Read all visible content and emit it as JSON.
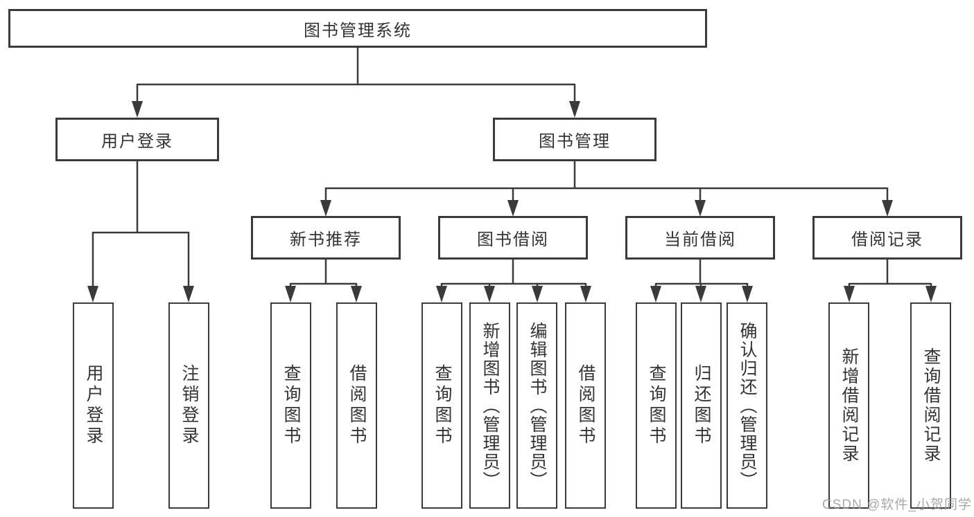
{
  "diagram_title": "图书管理系统",
  "colors": {
    "line": "#3a3a3a",
    "box_border": "#3a3a3a",
    "box_fill": "#ffffff",
    "text": "#333333",
    "watermark": "#9a9a9a",
    "background": "#ffffff"
  },
  "nodes": {
    "root": {
      "label": "图书管理系统"
    },
    "level2": [
      {
        "label": "用户登录"
      },
      {
        "label": "图书管理"
      }
    ],
    "level3": [
      {
        "label": "新书推荐",
        "parent": "图书管理"
      },
      {
        "label": "图书借阅",
        "parent": "图书管理"
      },
      {
        "label": "当前借阅",
        "parent": "图书管理"
      },
      {
        "label": "借阅记录",
        "parent": "图书管理"
      }
    ],
    "leaves": [
      {
        "label": "用户登录",
        "parent": "用户登录"
      },
      {
        "label": "注销登录",
        "parent": "用户登录"
      },
      {
        "label": "查询图书",
        "parent": "新书推荐"
      },
      {
        "label": "借阅图书",
        "parent": "新书推荐"
      },
      {
        "label": "查询图书",
        "parent": "图书借阅"
      },
      {
        "label": "新增图书（管理员）",
        "parent": "图书借阅"
      },
      {
        "label": "编辑图书（管理员）",
        "parent": "图书借阅"
      },
      {
        "label": "借阅图书",
        "parent": "图书借阅"
      },
      {
        "label": "查询图书",
        "parent": "当前借阅"
      },
      {
        "label": "归还图书",
        "parent": "当前借阅"
      },
      {
        "label": "确认归还（管理员）",
        "parent": "当前借阅"
      },
      {
        "label": "新增借阅记录",
        "parent": "借阅记录"
      },
      {
        "label": "查询借阅记录",
        "parent": "借阅记录"
      }
    ]
  },
  "hierarchy": {
    "图书管理系统": [
      "用户登录",
      "图书管理"
    ],
    "用户登录": [
      "用户登录",
      "注销登录"
    ],
    "图书管理": [
      "新书推荐",
      "图书借阅",
      "当前借阅",
      "借阅记录"
    ],
    "新书推荐": [
      "查询图书",
      "借阅图书"
    ],
    "图书借阅": [
      "查询图书",
      "新增图书（管理员）",
      "编辑图书（管理员）",
      "借阅图书"
    ],
    "当前借阅": [
      "查询图书",
      "归还图书",
      "确认归还（管理员）"
    ],
    "借阅记录": [
      "新增借阅记录",
      "查询借阅记录"
    ]
  },
  "watermark": {
    "text": "CSDN @软件_小贺同学"
  }
}
